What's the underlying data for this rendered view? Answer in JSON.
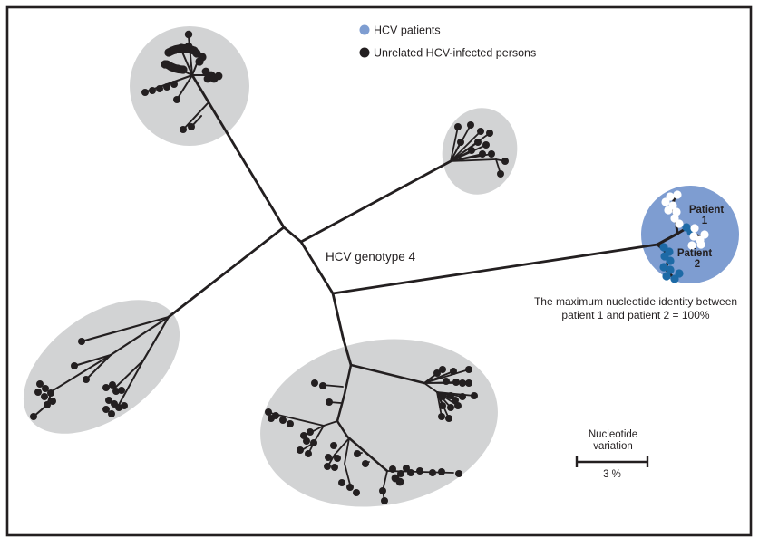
{
  "figure": {
    "center_label": "HCV genotype 4",
    "legend": {
      "items": [
        {
          "label": "HCV patients",
          "swatch": "blue-circle"
        },
        {
          "label": "Unrelated HCV-infected persons",
          "swatch": "black-circle"
        }
      ]
    },
    "patient_cluster": {
      "patient1_line1": "Patient",
      "patient1_line2": "1",
      "patient2_line1": "Patient",
      "patient2_line2": "2"
    },
    "annotation": {
      "line1": "The maximum nucleotide identity between",
      "line2": "patient 1 and patient 2 = 100%"
    },
    "scale_bar": {
      "label_line1": "Nucleotide",
      "label_line2": "variation",
      "value_label": "3 %"
    },
    "tree": {
      "type": "unrooted phylogenetic tree",
      "clusters": [
        {
          "id": "top-left",
          "kind": "unrelated HCV-infected persons"
        },
        {
          "id": "top-right",
          "kind": "unrelated HCV-infected persons"
        },
        {
          "id": "left",
          "kind": "unrelated HCV-infected persons"
        },
        {
          "id": "bottom",
          "kind": "unrelated HCV-infected persons"
        },
        {
          "id": "patients",
          "kind": "HCV patients (Patient 1 white, Patient 2 blue)"
        }
      ]
    },
    "colors": {
      "patients_blue": "#7e9dd1",
      "patient2_dot_blue": "#1d6aa6",
      "patient2_text_blue": "#2263a0",
      "cluster_gray": "#d2d3d4",
      "ink": "#231f20",
      "white": "#ffffff"
    }
  }
}
